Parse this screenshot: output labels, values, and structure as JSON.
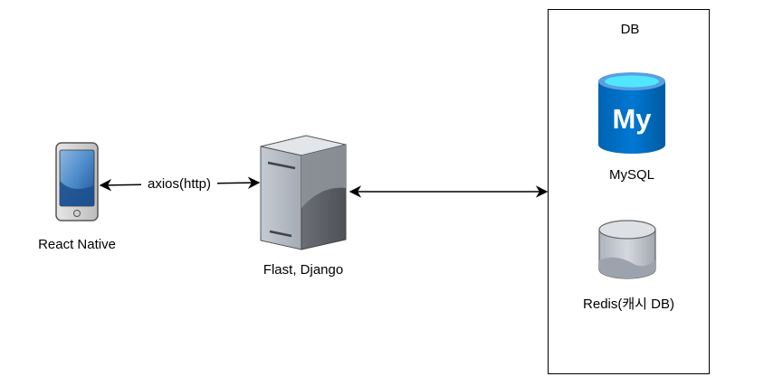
{
  "client": {
    "label": "React Native",
    "icon": "smartphone-icon"
  },
  "connection_client_server": {
    "label": "axios(http)"
  },
  "server": {
    "label": "Flast, Django",
    "icon": "server-tower-icon"
  },
  "db_group": {
    "title": "DB",
    "mysql": {
      "label": "MySQL",
      "logo_text": "My",
      "icon": "mysql-database-icon"
    },
    "redis": {
      "label": "Redis(캐시 DB)",
      "icon": "cylinder-database-icon"
    }
  },
  "colors": {
    "mysql_blue": "#0078D4",
    "mysql_top": "#50E6FF",
    "phone_screen": "#4A8AC9",
    "server_gray": "#9A9A9A",
    "cylinder_gray": "#C8CDD4"
  }
}
